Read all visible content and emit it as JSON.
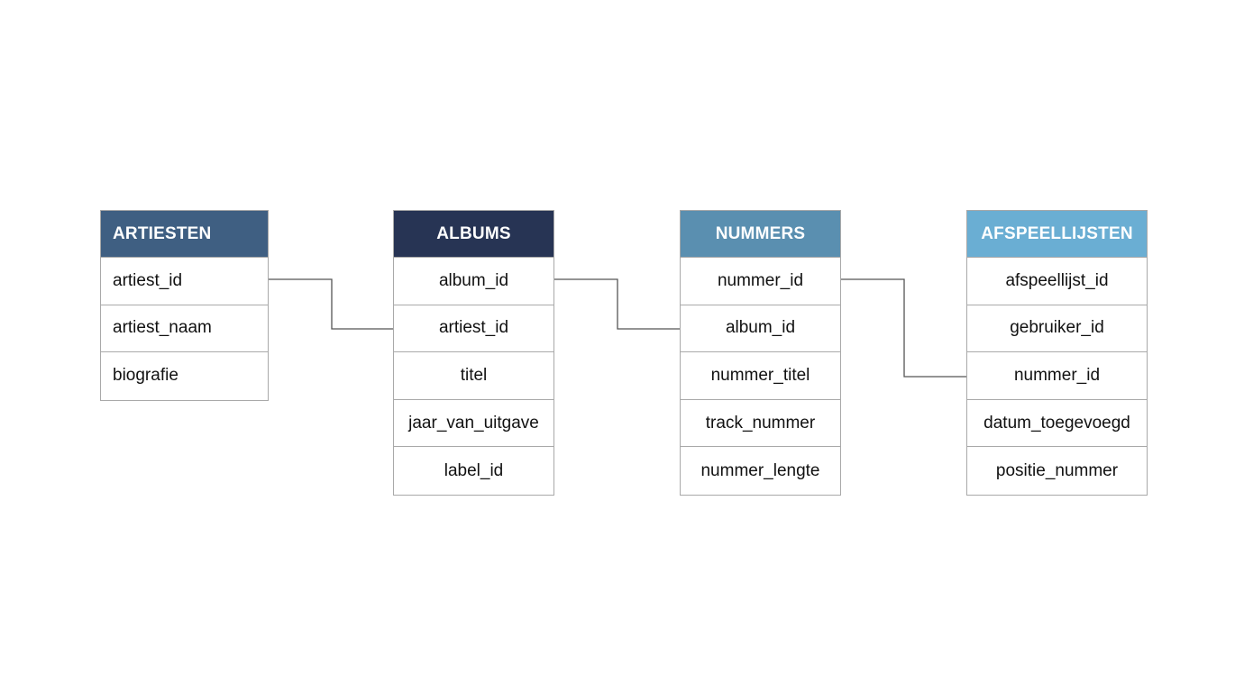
{
  "entities": [
    {
      "id": "artiesten",
      "title": "ARTIESTEN",
      "header_color": "#3f5f82",
      "fields": [
        "artiest_id",
        "artiest_naam",
        "biografie"
      ]
    },
    {
      "id": "albums",
      "title": "ALBUMS",
      "header_color": "#273454",
      "fields": [
        "album_id",
        "artiest_id",
        "titel",
        "jaar_van_uitgave",
        "label_id"
      ]
    },
    {
      "id": "nummers",
      "title": "NUMMERS",
      "header_color": "#5a8fb0",
      "fields": [
        "nummer_id",
        "album_id",
        "nummer_titel",
        "track_nummer",
        "nummer_lengte"
      ]
    },
    {
      "id": "afspeellijsten",
      "title": "AFSPEELLIJSTEN",
      "header_color": "#6aaed3",
      "fields": [
        "afspeellijst_id",
        "gebruiker_id",
        "nummer_id",
        "datum_toegevoegd",
        "positie_nummer"
      ]
    }
  ],
  "relations": [
    {
      "from": "artiesten.artiest_id",
      "to": "albums.artiest_id"
    },
    {
      "from": "albums.album_id",
      "to": "nummers.album_id"
    },
    {
      "from": "nummers.nummer_id",
      "to": "afspeellijsten.nummer_id"
    }
  ],
  "line_color": "#555555"
}
